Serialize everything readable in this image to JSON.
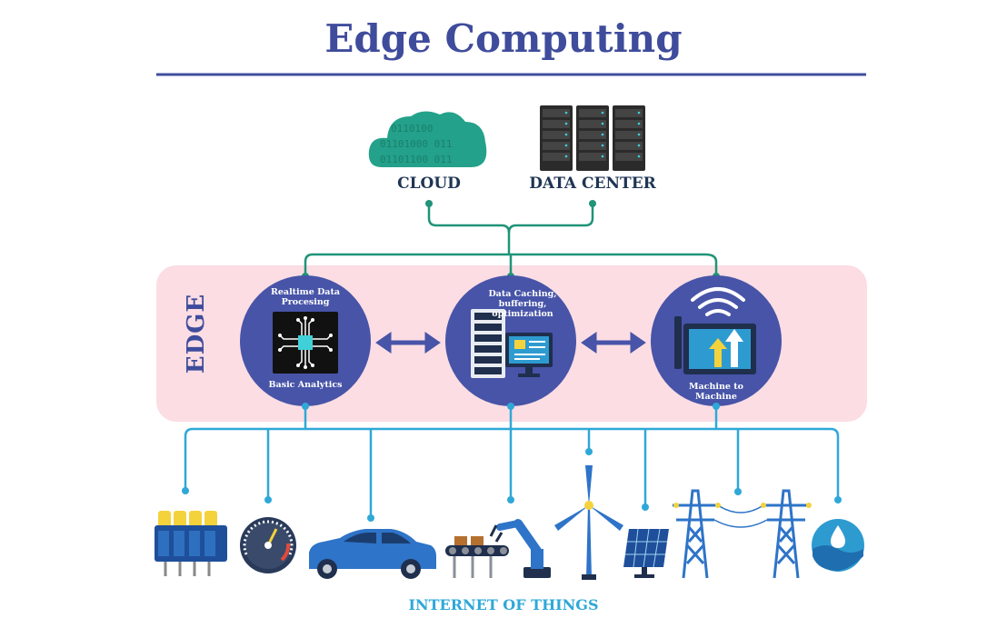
{
  "title": "Edge Computing",
  "top_nodes": {
    "cloud_label": "CLOUD",
    "cloud_binary": [
      "0110100",
      "01101000 011",
      "01101100 011"
    ],
    "datacenter_label": "DATA CENTER"
  },
  "edge": {
    "label": "EDGE",
    "nodes": [
      {
        "top_text": "Realtime Data Procesing",
        "bottom_text": "Basic Analytics",
        "icon": "cpu-chip-icon"
      },
      {
        "top_text": "Data Caching, buffering, optimization",
        "icon": "server-monitor-icon"
      },
      {
        "bottom_text": "Machine to Machine",
        "icon": "tablet-wifi-icon"
      }
    ]
  },
  "iot": {
    "label": "INTERNET OF THINGS",
    "devices": [
      "engine-icon",
      "speedometer-icon",
      "car-icon",
      "conveyor-robot-icon",
      "wind-turbine-icon",
      "solar-panel-icon",
      "power-tower-icon",
      "water-drop-icon"
    ]
  },
  "colors": {
    "title": "#3f4c9c",
    "circle": "#4754a8",
    "edge_band": "#fbdde3",
    "green_line": "#1f9478",
    "blue_line": "#2fa8d8",
    "cloud": "#23a18a",
    "rule": "#3f4c9c"
  }
}
